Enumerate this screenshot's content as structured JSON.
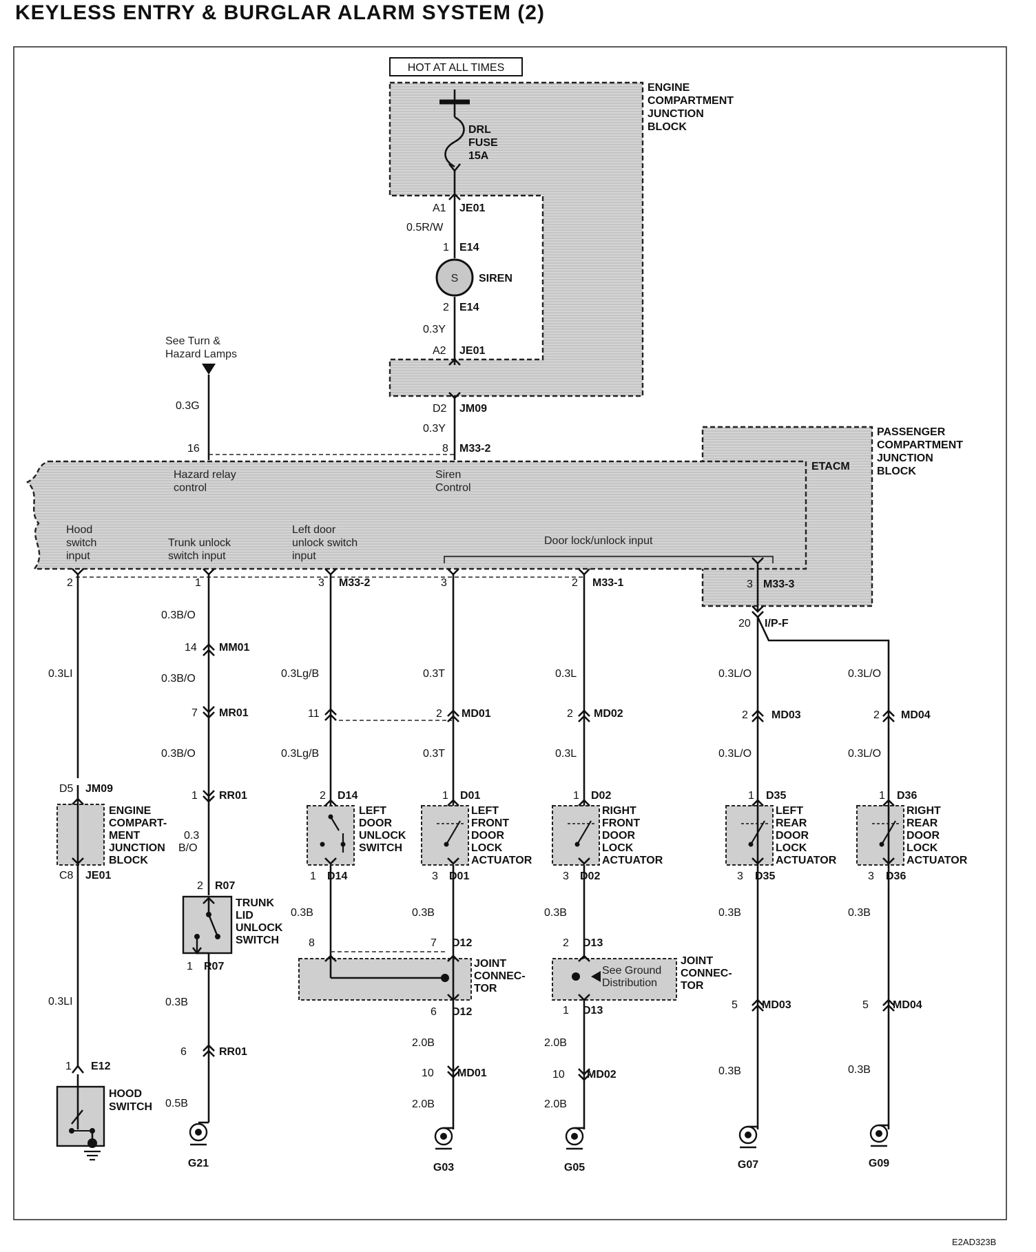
{
  "title": "KEYLESS ENTRY & BURGLAR ALARM SYSTEM (2)",
  "diagram_code": "E2AD323B",
  "power": {
    "hot_label": "HOT AT ALL TIMES",
    "ecjb_label": [
      "ENGINE",
      "COMPARTMENT",
      "JUNCTION",
      "BLOCK"
    ],
    "fuse_label": [
      "DRL",
      "FUSE",
      "15A"
    ]
  },
  "siren": {
    "a1": "A1",
    "je01_a": "JE01",
    "wire_top": "0.5R/W",
    "pin1": "1",
    "e14_a": "E14",
    "symbol": "S",
    "label": "SIREN",
    "pin2": "2",
    "e14_b": "E14",
    "wire_bottom": "0.3Y",
    "a2": "A2",
    "je01_b": "JE01",
    "d2": "D2",
    "jm09": "JM09",
    "wire_to_etacm": "0.3Y",
    "pin8": "8",
    "m33_2": "M33-2"
  },
  "hazard": {
    "ref": [
      "See Turn &",
      "Hazard Lamps"
    ],
    "wire": "0.3G",
    "pin": "16"
  },
  "pcjb": {
    "label": [
      "PASSENGER",
      "COMPARTMENT",
      "JUNCTION",
      "BLOCK"
    ],
    "etacm": "ETACM",
    "hazard_relay": [
      "Hazard relay",
      "control"
    ],
    "siren_control": [
      "Siren",
      "Control"
    ],
    "hood_input": [
      "Hood",
      "switch",
      "input"
    ],
    "trunk_input": [
      "Trunk unlock",
      "switch input"
    ],
    "left_door_input": [
      "Left door",
      "unlock switch",
      "input"
    ],
    "door_lock_input": "Door lock/unlock input",
    "pin_m33_3": "3",
    "m33_3": "M33-3",
    "pin_ipf": "20",
    "ipf": "I/P-F"
  },
  "hood": {
    "pin_top": "2",
    "wire1": "0.3LI",
    "d5": "D5",
    "jm09": "JM09",
    "ecjb_label": [
      "ENGINE",
      "COMPART-",
      "MENT",
      "JUNCTION",
      "BLOCK"
    ],
    "c8": "C8",
    "je01": "JE01",
    "wire2": "0.3LI",
    "pin_e12": "1",
    "e12": "E12",
    "switch_label": [
      "HOOD",
      "SWITCH"
    ]
  },
  "trunk": {
    "pin_top": "1",
    "wire1": "0.3B/O",
    "pin_mm01": "14",
    "mm01": "MM01",
    "wire2": "0.3B/O",
    "pin_mr01": "7",
    "mr01": "MR01",
    "wire3": "0.3B/O",
    "pin_rr01": "1",
    "rr01": "RR01",
    "wire4": [
      "0.3",
      "B/O"
    ],
    "pin_r07a": "2",
    "r07a": "R07",
    "switch_label": [
      "TRUNK",
      "LID",
      "UNLOCK",
      "SWITCH"
    ],
    "pin_r07b": "1",
    "r07b": "R07",
    "wire5": "0.3B",
    "pin_rr01b": "6",
    "rr01b": "RR01",
    "wire6": "0.5B",
    "ground": "G21"
  },
  "left_unlock": {
    "pin_top": "3",
    "m33_2": "M33-2",
    "wire1": "0.3Lg/B",
    "pin_11": "11",
    "wire2": "0.3Lg/B",
    "pin_d14a": "2",
    "d14a": "D14",
    "switch_label": [
      "LEFT",
      "DOOR",
      "UNLOCK",
      "SWITCH"
    ],
    "pin_d14b": "1",
    "d14b": "D14",
    "wire3": "0.3B",
    "pin_8": "8"
  },
  "left_front": {
    "pin_top": "3",
    "wire1": "0.3T",
    "pin_md01": "2",
    "md01": "MD01",
    "wire2": "0.3T",
    "pin_d01a": "1",
    "d01a": "D01",
    "label": [
      "LEFT",
      "FRONT",
      "DOOR",
      "LOCK",
      "ACTUATOR"
    ],
    "pin_d01b": "3",
    "d01b": "D01",
    "wire3": "0.3B",
    "pin_d12a": "7",
    "d12a": "D12",
    "joint_label": [
      "JOINT",
      "CONNEC-",
      "TOR"
    ],
    "pin_d12b": "6",
    "d12b": "D12",
    "wire4": "2.0B",
    "pin_md01b": "10",
    "md01b": "MD01",
    "wire5": "2.0B",
    "ground": "G03"
  },
  "right_front": {
    "pin_top": "2",
    "m33_1": "M33-1",
    "wire1": "0.3L",
    "pin_md02": "2",
    "md02": "MD02",
    "wire2": "0.3L",
    "pin_d02a": "1",
    "d02a": "D02",
    "label": [
      "RIGHT",
      "FRONT",
      "DOOR",
      "LOCK",
      "ACTUATOR"
    ],
    "pin_d02b": "3",
    "d02b": "D02",
    "wire3": "0.3B",
    "pin_d13a": "2",
    "d13a": "D13",
    "ground_ref": [
      "See Ground",
      "Distribution"
    ],
    "joint_label": [
      "JOINT",
      "CONNEC-",
      "TOR"
    ],
    "pin_d13b": "1",
    "d13b": "D13",
    "wire4": "2.0B",
    "pin_md02b": "10",
    "md02b": "MD02",
    "wire5": "2.0B",
    "ground": "G05"
  },
  "left_rear": {
    "wire1": "0.3L/O",
    "pin_md03": "2",
    "md03": "MD03",
    "wire2": "0.3L/O",
    "pin_d35a": "1",
    "d35a": "D35",
    "label": [
      "LEFT",
      "REAR",
      "DOOR",
      "LOCK",
      "ACTUATOR"
    ],
    "pin_d35b": "3",
    "d35b": "D35",
    "wire3": "0.3B",
    "pin_md03b": "5",
    "md03b": "MD03",
    "wire4": "0.3B",
    "ground": "G07"
  },
  "right_rear": {
    "wire1": "0.3L/O",
    "pin_md04": "2",
    "md04": "MD04",
    "wire2": "0.3L/O",
    "pin_d36a": "1",
    "d36a": "D36",
    "label": [
      "RIGHT",
      "REAR",
      "DOOR",
      "LOCK",
      "ACTUATOR"
    ],
    "pin_d36b": "3",
    "d36b": "D36",
    "wire3": "0.3B",
    "pin_md04b": "5",
    "md04b": "MD04",
    "wire4": "0.3B",
    "ground": "G09"
  }
}
